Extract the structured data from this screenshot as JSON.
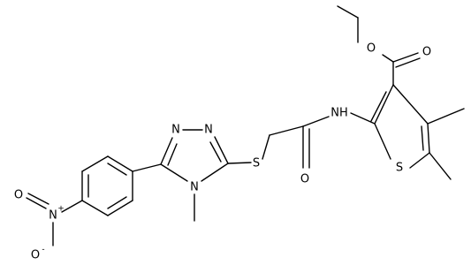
{
  "molecule": {
    "atoms": {
      "ester_o_single": "O",
      "ester_o_double": "O",
      "amide_nh": "NH",
      "thiophene_s": "S",
      "thioether_s": "S",
      "amide_o": "O",
      "triazole_n1": "N",
      "triazole_n2": "N",
      "triazole_n4": "N",
      "nitro_n": "N",
      "nitro_n_charge": "+",
      "nitro_o_double": "O",
      "nitro_o_single": "O",
      "nitro_o_charge": "-"
    }
  }
}
